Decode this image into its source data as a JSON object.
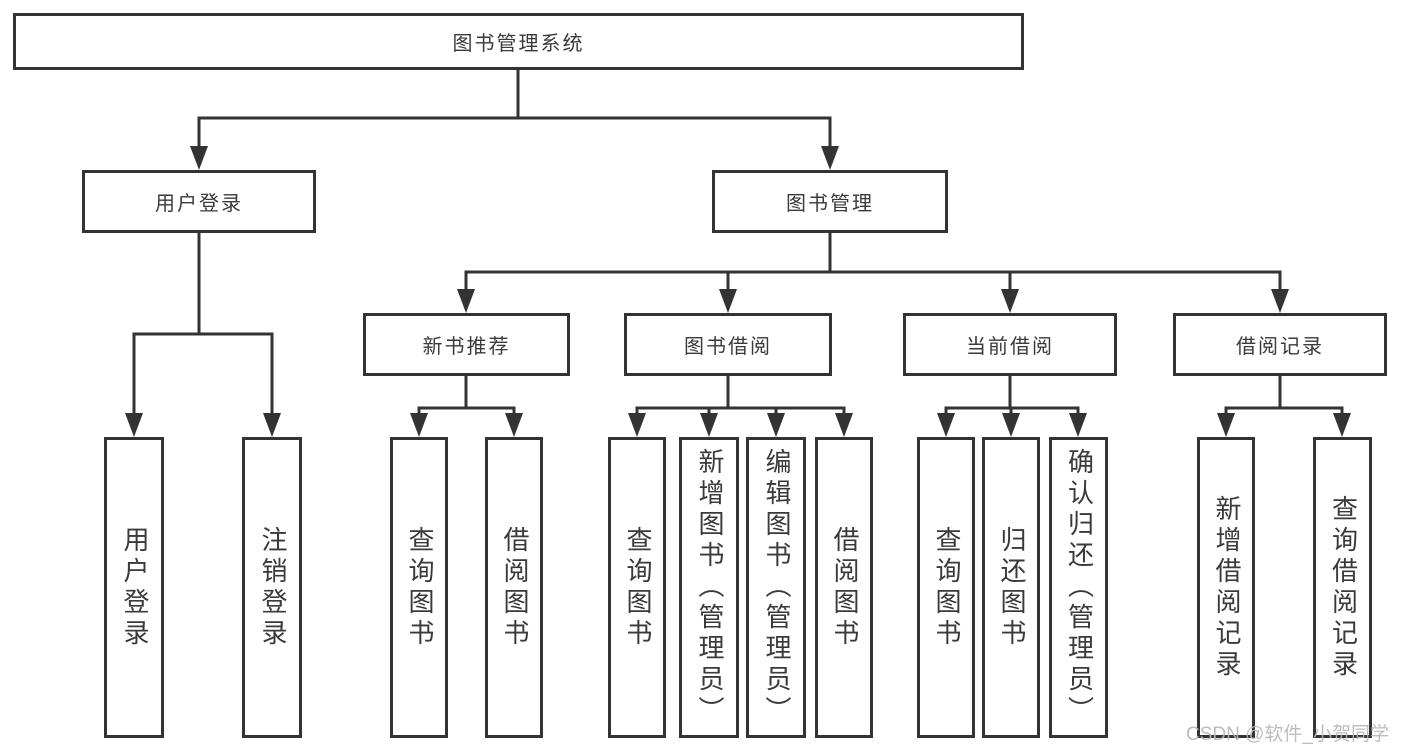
{
  "tree": {
    "root": "图书管理系统",
    "branches": [
      {
        "label": "用户登录",
        "children": [
          "用户登录",
          "注销登录"
        ]
      },
      {
        "label": "图书管理",
        "groups": [
          {
            "label": "新书推荐",
            "children": [
              "查询图书",
              "借阅图书"
            ]
          },
          {
            "label": "图书借阅",
            "children": [
              "查询图书",
              "新增图书（管理员）",
              "编辑图书（管理员）",
              "借阅图书"
            ]
          },
          {
            "label": "当前借阅",
            "children": [
              "查询图书",
              "归还图书",
              "确认归还（管理员）"
            ]
          },
          {
            "label": "借阅记录",
            "children": [
              "新增借阅记录",
              "查询借阅记录"
            ]
          }
        ]
      }
    ]
  },
  "watermark": "CSDN @软件_小贺同学",
  "colors": {
    "line": "#333333",
    "box_border": "#333333",
    "text": "#3a3a3a",
    "watermark": "#b6b6b6",
    "background": "#ffffff"
  }
}
